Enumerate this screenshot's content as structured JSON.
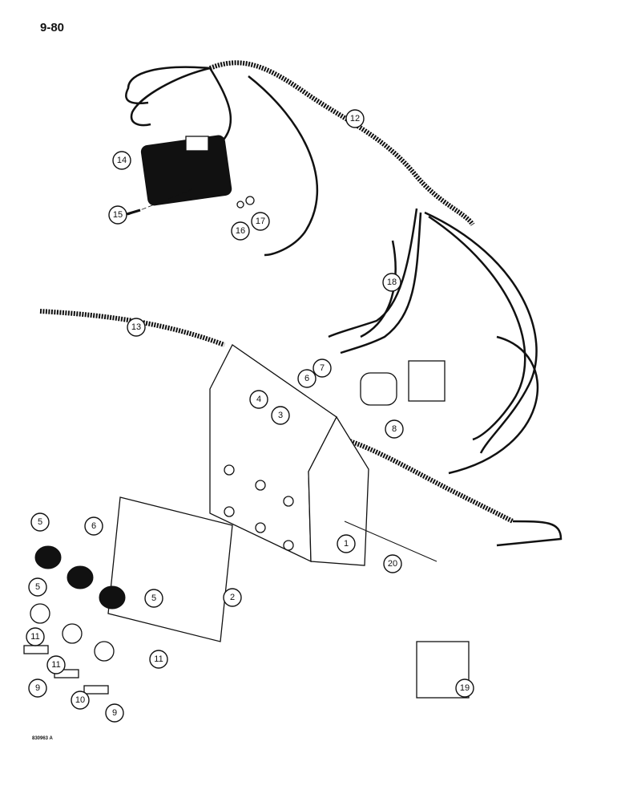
{
  "page_number": "9-80",
  "figure_code": "830963 A",
  "callouts": [
    {
      "id": "c14",
      "label": "14"
    },
    {
      "id": "c15",
      "label": "15"
    },
    {
      "id": "c16",
      "label": "16"
    },
    {
      "id": "c17",
      "label": "17"
    },
    {
      "id": "c12",
      "label": "12"
    },
    {
      "id": "c18",
      "label": "18"
    },
    {
      "id": "c13",
      "label": "13"
    },
    {
      "id": "c4",
      "label": "4"
    },
    {
      "id": "c3",
      "label": "3"
    },
    {
      "id": "c6a",
      "label": "6"
    },
    {
      "id": "c7",
      "label": "7"
    },
    {
      "id": "c8",
      "label": "8"
    },
    {
      "id": "c1",
      "label": "1"
    },
    {
      "id": "c2",
      "label": "2"
    },
    {
      "id": "c20",
      "label": "20"
    },
    {
      "id": "c19",
      "label": "19"
    },
    {
      "id": "c5a",
      "label": "5"
    },
    {
      "id": "c6b",
      "label": "6"
    },
    {
      "id": "c5b",
      "label": "5"
    },
    {
      "id": "c5c",
      "label": "5"
    },
    {
      "id": "c11a",
      "label": "11"
    },
    {
      "id": "c11b",
      "label": "11"
    },
    {
      "id": "c11c",
      "label": "11"
    },
    {
      "id": "c9a",
      "label": "9"
    },
    {
      "id": "c10",
      "label": "10"
    },
    {
      "id": "c9b",
      "label": "9"
    }
  ]
}
